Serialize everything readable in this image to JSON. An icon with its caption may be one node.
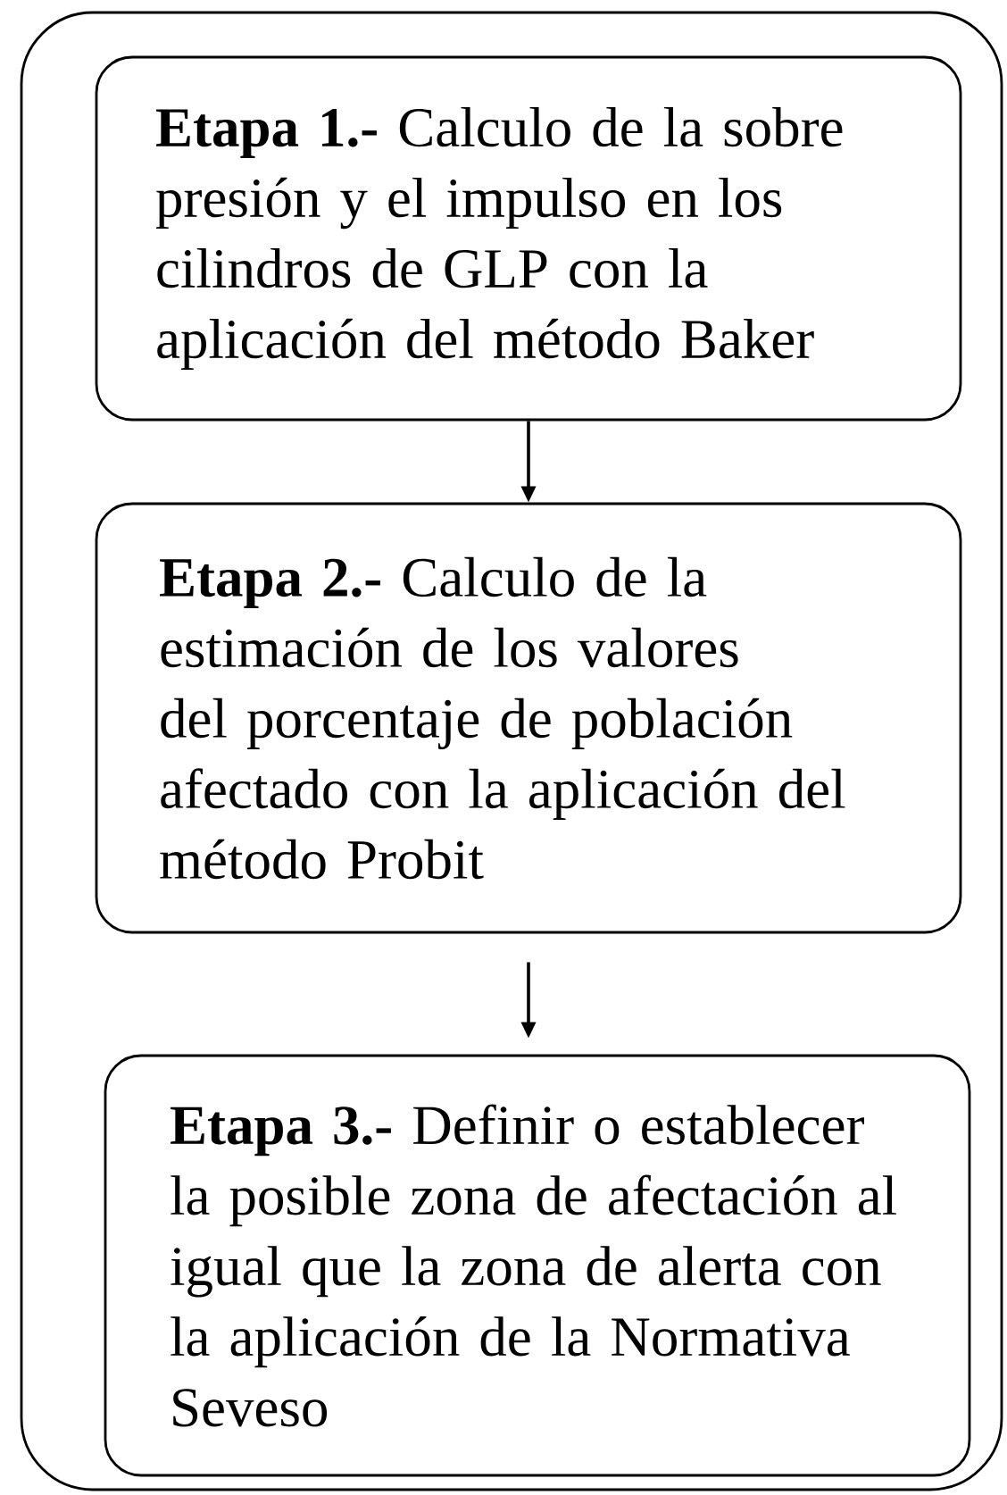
{
  "diagram": {
    "nodes": [
      {
        "text": [],
        "shape": "box"
      },
      {
        "text": [
          "**Etapa 1.-** Calculo de la sobre presión y el impulso en los cilindros de GLP con la aplicación del método Baker"
        ],
        "in": 0
      },
      {
        "text": [
          "**Etapa 2.-** Calculo de la estimación de los valores del porcentaje de población afectado con la aplicación del método Probit"
        ],
        "in": 0
      },
      {
        "text": [
          "**Etapa 3.-** Definir o establecer la posible zona de afectación al igual que la zona de alerta con la aplicación de la Normativa Seveso"
        ],
        "in": 0
      }
    ],
    "edges": [
      {
        "from": 1,
        "to": 2,
        "arrow": "to"
      },
      {
        "from": 2,
        "to": 3,
        "arrow": "to"
      }
    ]
  }
}
